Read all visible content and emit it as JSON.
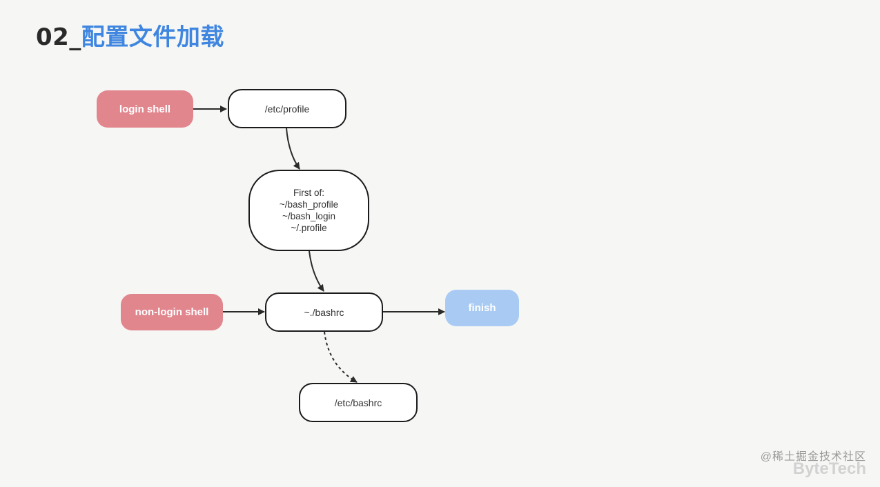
{
  "title": {
    "number": "02_",
    "text": "配置文件加载"
  },
  "nodes": {
    "login_shell": "login shell",
    "etc_profile": "/etc/profile",
    "first_of": [
      "First of:",
      "~/bash_profile",
      "~/bash_login",
      "~/.profile"
    ],
    "non_login_shell": "non-login shell",
    "bashrc": "~./bashrc",
    "finish": "finish",
    "etc_bashrc": "/etc/bashrc"
  },
  "watermark": {
    "cn": "@稀土掘金技术社区",
    "en": "ByteTech"
  },
  "colors": {
    "start_node": "#e2868e",
    "end_node": "#a9cbf3",
    "title_accent": "#3f86e0"
  }
}
